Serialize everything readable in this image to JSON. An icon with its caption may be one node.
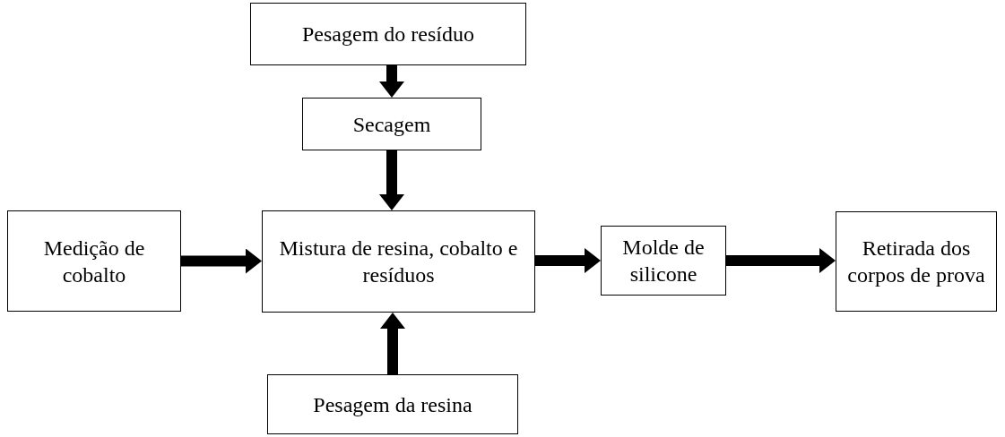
{
  "diagram": {
    "nodes": [
      {
        "text": [
          "Pesagem do resíduo"
        ]
      },
      {
        "text": [
          "Secagem"
        ]
      },
      {
        "text": [
          "Medição de cobalto"
        ]
      },
      {
        "text": [
          "Mistura de resina, cobalto e resíduos"
        ]
      },
      {
        "text": [
          "Molde de silicone"
        ]
      },
      {
        "text": [
          "Retirada dos corpos de prova"
        ]
      },
      {
        "text": [
          "Pesagem da resina"
        ]
      }
    ],
    "edges": [
      {
        "from": 0,
        "to": 1,
        "arrow": "to"
      },
      {
        "from": 1,
        "to": 3,
        "arrow": "to"
      },
      {
        "from": 2,
        "to": 3,
        "arrow": "to"
      },
      {
        "from": 3,
        "to": 4,
        "arrow": "to"
      },
      {
        "from": 4,
        "to": 5,
        "arrow": "to"
      },
      {
        "from": 6,
        "to": 3,
        "arrow": "to"
      }
    ]
  }
}
